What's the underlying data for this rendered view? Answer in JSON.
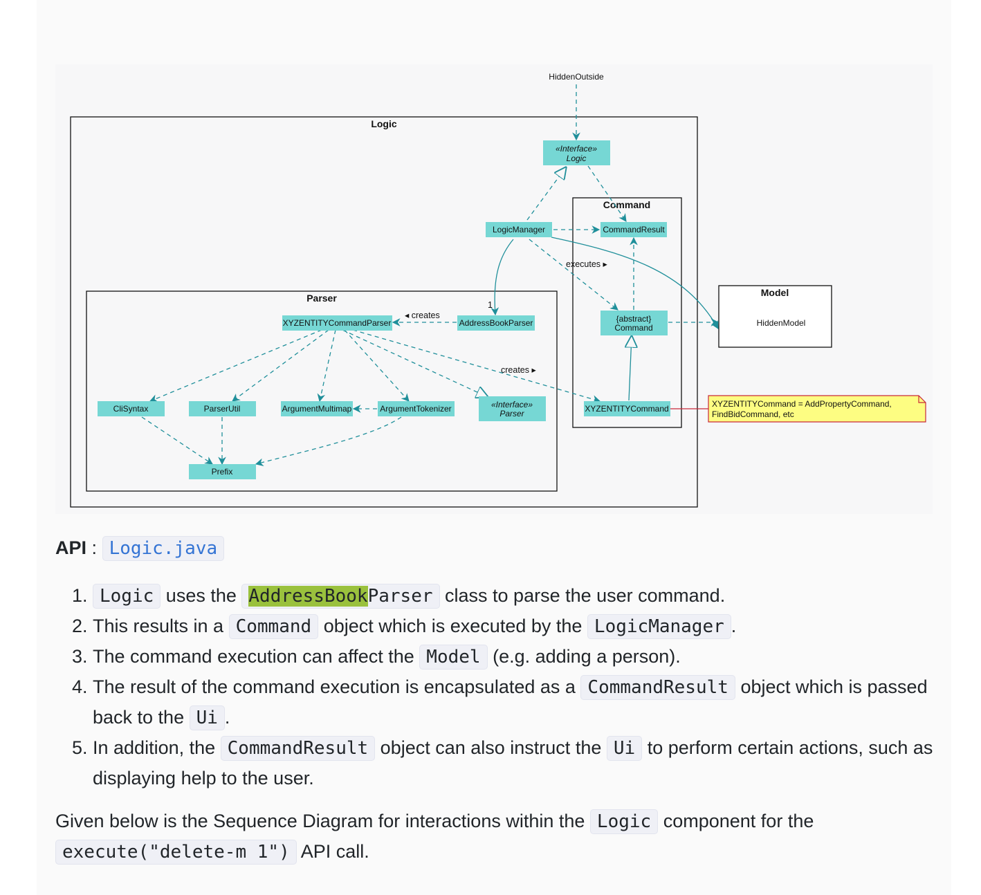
{
  "diagram": {
    "hidden_outside": "HiddenOutside",
    "packages": {
      "logic": "Logic",
      "parser": "Parser",
      "command": "Command",
      "model": "Model"
    },
    "classes": {
      "logic_interface_stereo": "«Interface»",
      "logic_interface_name": "Logic",
      "logic_manager": "LogicManager",
      "command_result": "CommandResult",
      "abstract_command_stereo": "{abstract}",
      "abstract_command_name": "Command",
      "xyz_command": "XYZENTITYCommand",
      "hidden_model": "HiddenModel",
      "xyz_command_parser": "XYZENTITYCommandParser",
      "address_book_parser": "AddressBookParser",
      "cli_syntax": "CliSyntax",
      "parser_util": "ParserUtil",
      "argument_multimap": "ArgumentMultimap",
      "argument_tokenizer": "ArgumentTokenizer",
      "parser_interface_stereo": "«Interface»",
      "parser_interface_name": "Parser",
      "prefix": "Prefix"
    },
    "labels": {
      "executes": "executes ▸",
      "creates_left": "◂ creates",
      "creates_right": "creates ▸",
      "multiplicity": "1"
    },
    "note": {
      "line1": "XYZENTITYCommand = AddPropertyCommand,",
      "line2": "FindBidCommand, etc"
    },
    "colors": {
      "class_fill": "#76d7d4",
      "edge": "#1f8f9a",
      "note_fill": "#fdfd82",
      "note_border": "#c8283a"
    }
  },
  "api": {
    "label": "API",
    "separator": ":",
    "link": "Logic.java"
  },
  "steps": [
    {
      "code1": "Logic",
      "t1": "uses the",
      "code2_hl": "AddressBook",
      "code2_rest": "Parser",
      "t2": "class to parse the user command."
    },
    {
      "t1": "This results in a",
      "code1": "Command",
      "t2": "object which is executed by the",
      "code2": "LogicManager",
      "t3": "."
    },
    {
      "t1": "The command execution can affect the",
      "code1": "Model",
      "t2": "(e.g. adding a person)."
    },
    {
      "t1": "The result of the command execution is encapsulated as a",
      "code1": "CommandResult",
      "t2": "object which is passed back to the",
      "code2": "Ui",
      "t3": "."
    },
    {
      "t1": "In addition, the",
      "code1": "CommandResult",
      "t2": "object can also instruct the",
      "code2": "Ui",
      "t3": "to perform certain actions, such as displaying help to the user."
    }
  ],
  "closing": {
    "t1": "Given below is the Sequence Diagram for interactions within the",
    "code1": "Logic",
    "t2": "component for the",
    "code2": "execute(\"delete-m 1\")",
    "t3": "API call."
  }
}
